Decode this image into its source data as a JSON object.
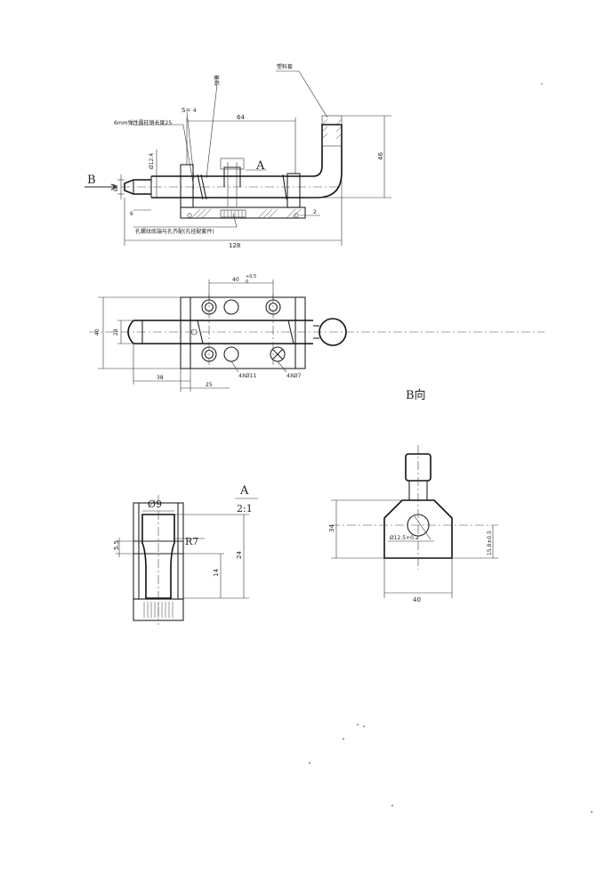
{
  "front_view": {
    "label_b": "B",
    "label_a": "A",
    "dim_s": "S=",
    "dim_s_val": "4",
    "dim_top_small": "弹簧",
    "dim_64": "64",
    "dim_46": "46",
    "dim_128": "128",
    "dim_phi12": "Ø12.4",
    "dim_phi7": "Ø7",
    "dim_6": "6",
    "dim_2": "2",
    "note_handle": "塑料套",
    "note_pin": "6mm弹性圆柱销长度25",
    "note_bottom": "孔螺纹底端与孔齐配(孔径配套件)"
  },
  "top_view": {
    "dim_40_tol": "40",
    "dim_40_sup": "+0.5",
    "dim_40_sub": "0",
    "dim_40": "40",
    "dim_28": "28",
    "dim_38": "38",
    "dim_25": "25",
    "holes_11": "4XØ11",
    "holes_7": "4XØ7"
  },
  "detail_a": {
    "title": "A",
    "scale": "2:1",
    "dim_phi9": "Ø9",
    "dim_r7": "R7",
    "dim_55": "5.5",
    "dim_14": "14",
    "dim_24": "24"
  },
  "view_b": {
    "title": "B向",
    "dim_34": "34",
    "dim_hole": "Ø12.5+0.2",
    "dim_158": "15.8±0.5",
    "dim_40": "40"
  }
}
